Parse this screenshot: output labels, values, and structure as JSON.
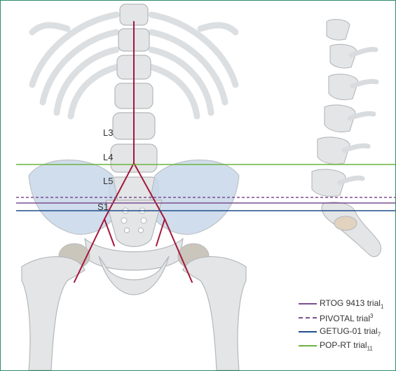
{
  "colors": {
    "frame": "#2e8b6a",
    "bone": "#e3e5e6",
    "bone_stroke": "#b4b8bb",
    "pelvis_fill": "#c8d8ea",
    "vessel": "#a3173a",
    "joint": "#cbc6bc"
  },
  "vertebra_labels": [
    "L3",
    "L4",
    "L5",
    "S1"
  ],
  "legend": [
    {
      "name": "RTOG 9413 trial",
      "ref": "1",
      "ref_pos": "sub",
      "color": "#7b4f8f",
      "dash": "solid"
    },
    {
      "name": "PIVOTAL trial",
      "ref": "3",
      "ref_pos": "sup",
      "color": "#7b4f8f",
      "dash": "dashed"
    },
    {
      "name": "GETUG-01 trial",
      "ref": "7",
      "ref_pos": "sub",
      "color": "#1f4f8b",
      "dash": "solid"
    },
    {
      "name": "POP-RT trial",
      "ref": "11",
      "ref_pos": "sub",
      "color": "#6cb33f",
      "dash": "solid"
    }
  ]
}
